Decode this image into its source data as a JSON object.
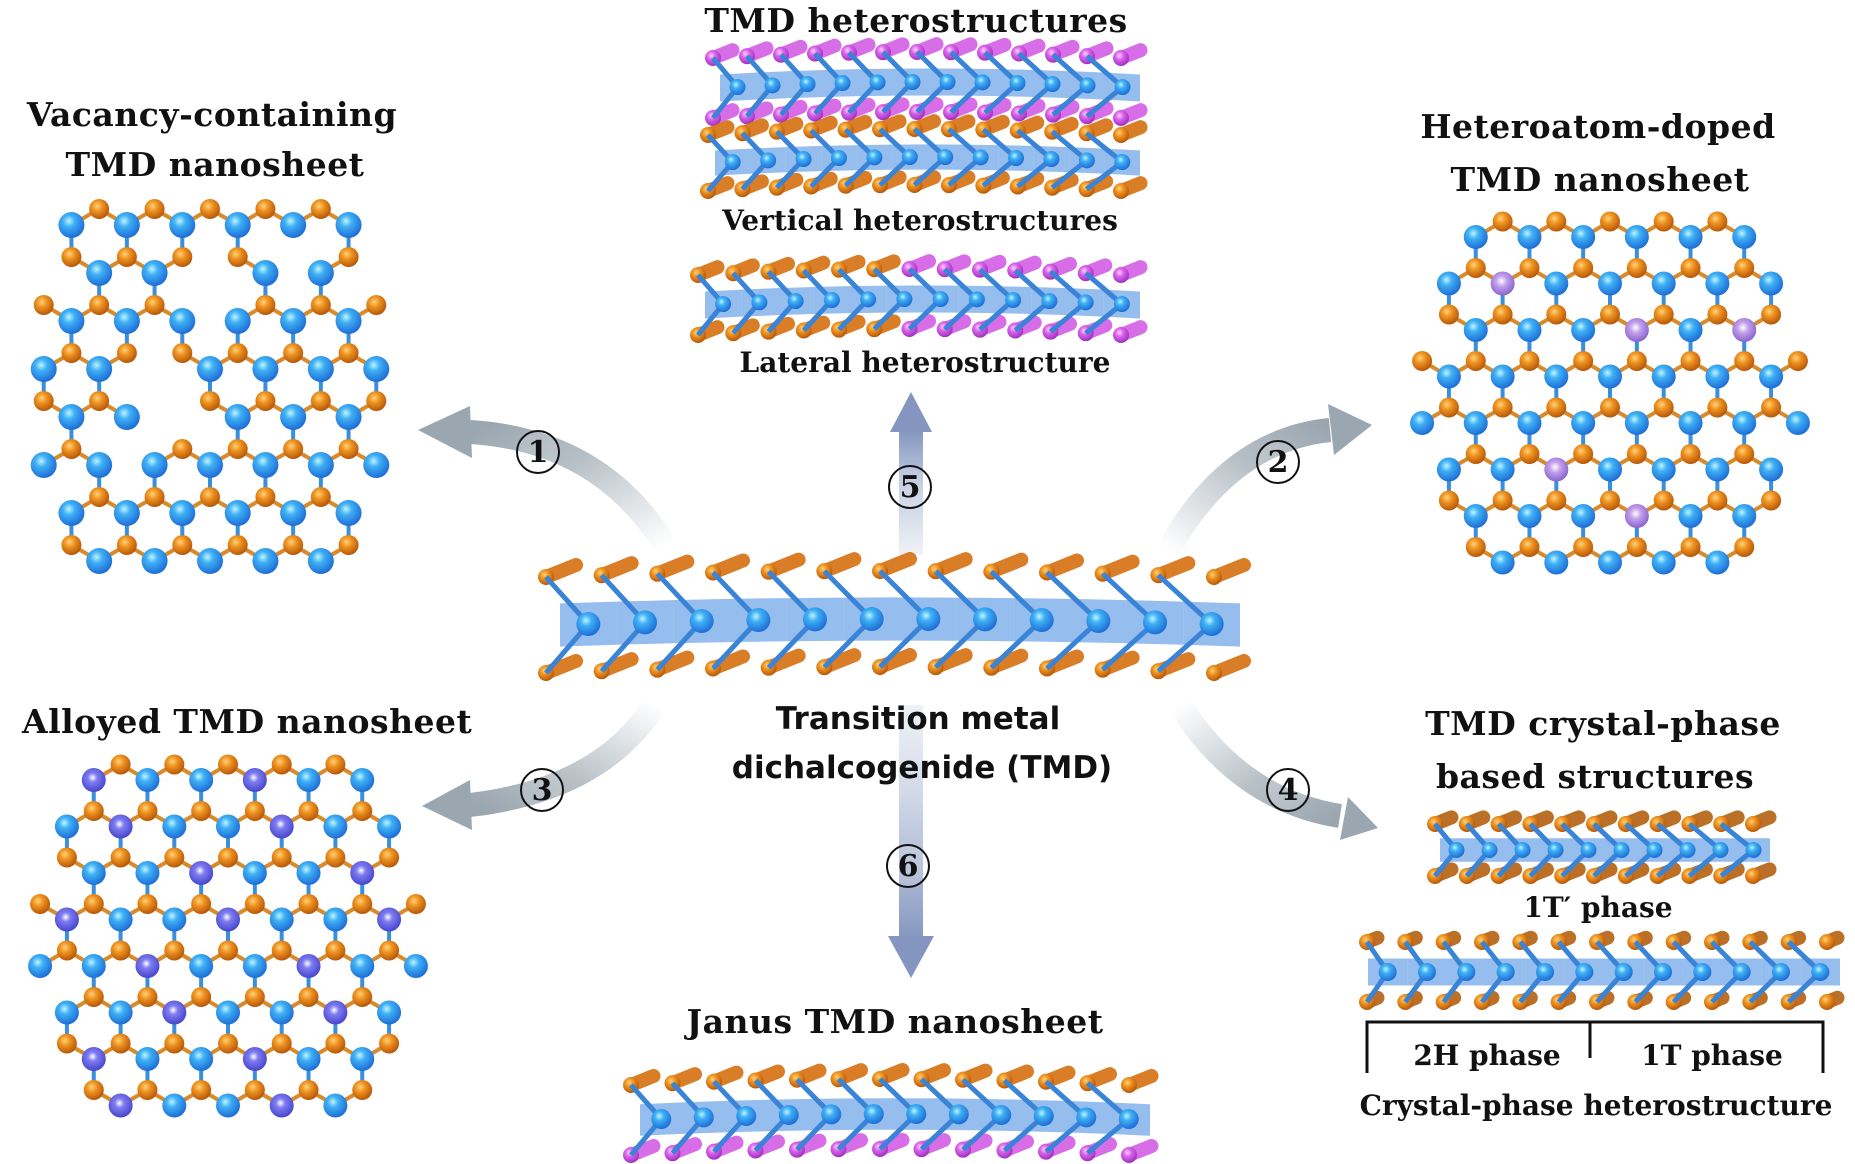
{
  "figure": {
    "center": {
      "line1": "Transition metal",
      "line2": "dichalcogenide (TMD)"
    },
    "panels": {
      "vacancy": {
        "line1": "Vacancy-containing",
        "line2": "TMD nanosheet",
        "step": "1"
      },
      "heteroatom": {
        "line1": "Heteroatom-doped",
        "line2": "TMD nanosheet",
        "step": "2"
      },
      "alloyed": {
        "line1": "Alloyed TMD nanosheet",
        "step": "3"
      },
      "crystal_phase": {
        "line1": "TMD crystal-phase",
        "line2": "based structures",
        "step": "4",
        "sub_1t_prime": "1T′ phase",
        "sub_2h": "2H phase",
        "sub_1t": "1T phase",
        "sub_caption": "Crystal-phase heterostructure"
      },
      "heterostructures": {
        "title": "TMD heterostructures",
        "step": "5",
        "vertical": "Vertical heterostructures",
        "lateral": "Lateral heterostructure"
      },
      "janus": {
        "title": "Janus TMD nanosheet",
        "step": "6"
      }
    },
    "colors": {
      "metal": "#2f8fe6",
      "chalcogen": "#e07b12",
      "chalcogen_alt": "#d24fe0",
      "dopant": "#9a7ad8",
      "alloy_metal": "#5b5fe0",
      "arrow_gray": "#aab4bc",
      "arrow_blue": "#8e9ec0",
      "text": "#111111"
    }
  }
}
